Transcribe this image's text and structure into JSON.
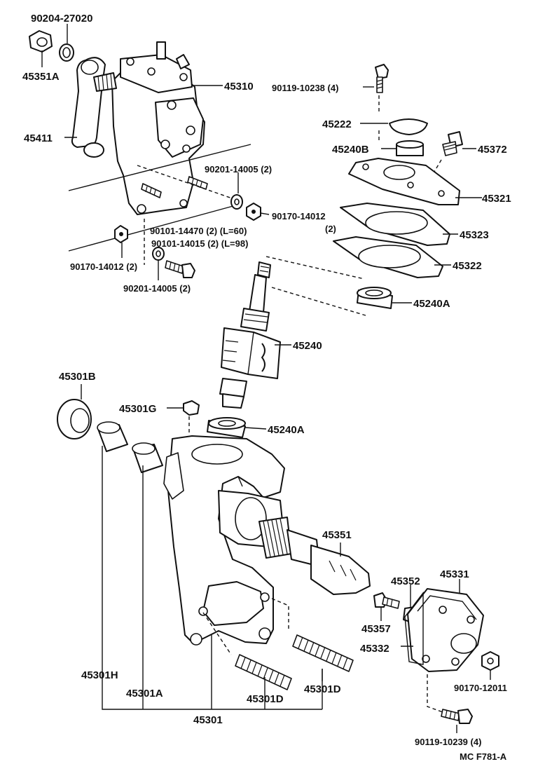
{
  "labels": {
    "p90204_27020": "90204-27020",
    "p45351A": "45351A",
    "p45310": "45310",
    "p45411": "45411",
    "p90201_14005_a": "90201-14005 (2)",
    "p90170_14012_a": "90170-14012",
    "p90170_14012_a_qty": "(2)",
    "p90101_14470": "90101-14470 (2) (L=60)",
    "p90101_14015": "90101-14015 (2) (L=98)",
    "p90170_14012_b": "90170-14012 (2)",
    "p90201_14005_b": "90201-14005 (2)",
    "p90119_10238": "90119-10238 (4)",
    "p45222": "45222",
    "p45240B": "45240B",
    "p45372": "45372",
    "p45321": "45321",
    "p45323": "45323",
    "p45322": "45322",
    "p45240A_top": "45240A",
    "p45240": "45240",
    "p45301B": "45301B",
    "p45301G": "45301G",
    "p45240A_mid": "45240A",
    "p45351": "45351",
    "p45352": "45352",
    "p45331": "45331",
    "p45357": "45357",
    "p45332": "45332",
    "p90170_12011": "90170-12011",
    "p45301H": "45301H",
    "p45301A": "45301A",
    "p45301D_a": "45301D",
    "p45301D_b": "45301D",
    "p45301": "45301",
    "p90119_10239": "90119-10239 (4)"
  },
  "figure_code": "MC F781-A"
}
